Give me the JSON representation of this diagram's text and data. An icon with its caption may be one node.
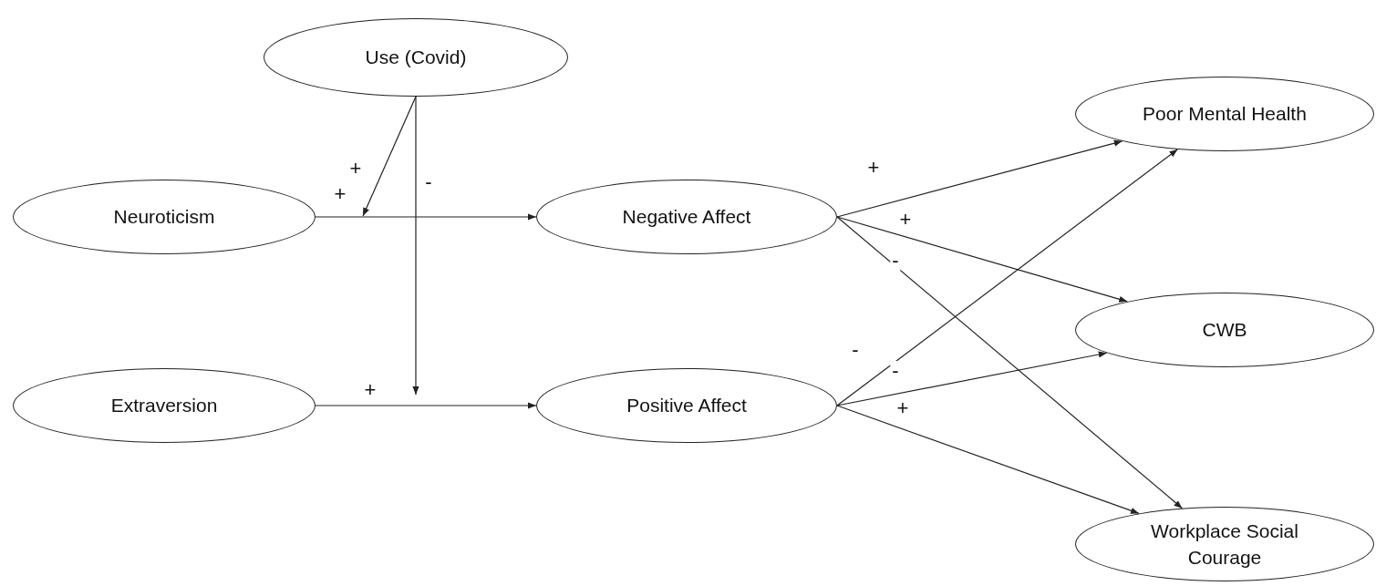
{
  "diagram": {
    "nodes": [
      {
        "text": [
          "Use (Covid)"
        ]
      },
      {
        "text": [
          "Neuroticism"
        ]
      },
      {
        "text": [
          "Extraversion"
        ]
      },
      {
        "text": [
          "Negative Affect"
        ]
      },
      {
        "text": [
          "Positive Affect"
        ]
      },
      {
        "text": [
          "Poor Mental Health"
        ]
      },
      {
        "text": [
          "CWB"
        ]
      },
      {
        "text": [
          "Workplace Social Courage"
        ]
      }
    ],
    "edges": [
      {
        "from": 0,
        "to": null,
        "arrow": "to",
        "label": "+"
      },
      {
        "from": 0,
        "to": null,
        "arrow": "to",
        "label": "-"
      },
      {
        "from": 1,
        "to": 3,
        "arrow": "to",
        "label": "+"
      },
      {
        "from": 2,
        "to": 4,
        "arrow": "to",
        "label": "+"
      },
      {
        "from": 3,
        "to": 5,
        "arrow": "to",
        "label": "+"
      },
      {
        "from": 3,
        "to": 6,
        "arrow": "to",
        "label": "+"
      },
      {
        "from": 3,
        "to": 7,
        "arrow": "to",
        "label": "-"
      },
      {
        "from": 4,
        "to": 5,
        "arrow": "to",
        "label": "-"
      },
      {
        "from": 4,
        "to": 6,
        "arrow": "to",
        "label": "-"
      },
      {
        "from": 4,
        "to": 7,
        "arrow": "to",
        "label": "+"
      }
    ]
  }
}
